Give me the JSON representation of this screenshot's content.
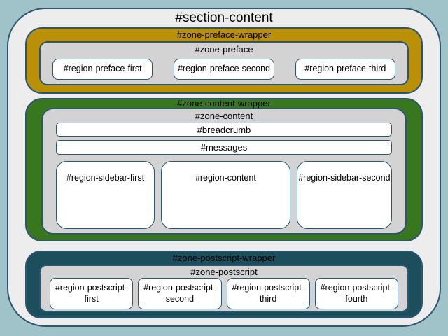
{
  "colors": {
    "page_background": "#A0C2C9",
    "section_fill": "#EDEDEE",
    "border": "#2B5573",
    "preface_wrapper_fill": "#B99008",
    "content_wrapper_fill": "#39771F",
    "postscript_wrapper_fill": "#1D4E5C",
    "zone_fill": "#D3D3D3",
    "region_fill": "#FFFFFF"
  },
  "section": {
    "title": "#section-content"
  },
  "preface": {
    "wrapper_label": "#zone-preface-wrapper",
    "zone_label": "#zone-preface",
    "regions": [
      "#region-preface-first",
      "#region-preface-second",
      "#region-preface-third"
    ]
  },
  "content": {
    "wrapper_label": "#zone-content-wrapper",
    "zone_label": "#zone-content",
    "breadcrumb_label": "#breadcrumb",
    "messages_label": "#messages",
    "regions": [
      "#region-sidebar-first",
      "#region-content",
      "#region-sidebar-second"
    ]
  },
  "postscript": {
    "wrapper_label": "#zone-postscript-wrapper",
    "zone_label": "#zone-postscript",
    "regions": [
      "#region-postscript-first",
      "#region-postscript-second",
      "#region-postscript-third",
      "#region-postscript-fourth"
    ]
  }
}
